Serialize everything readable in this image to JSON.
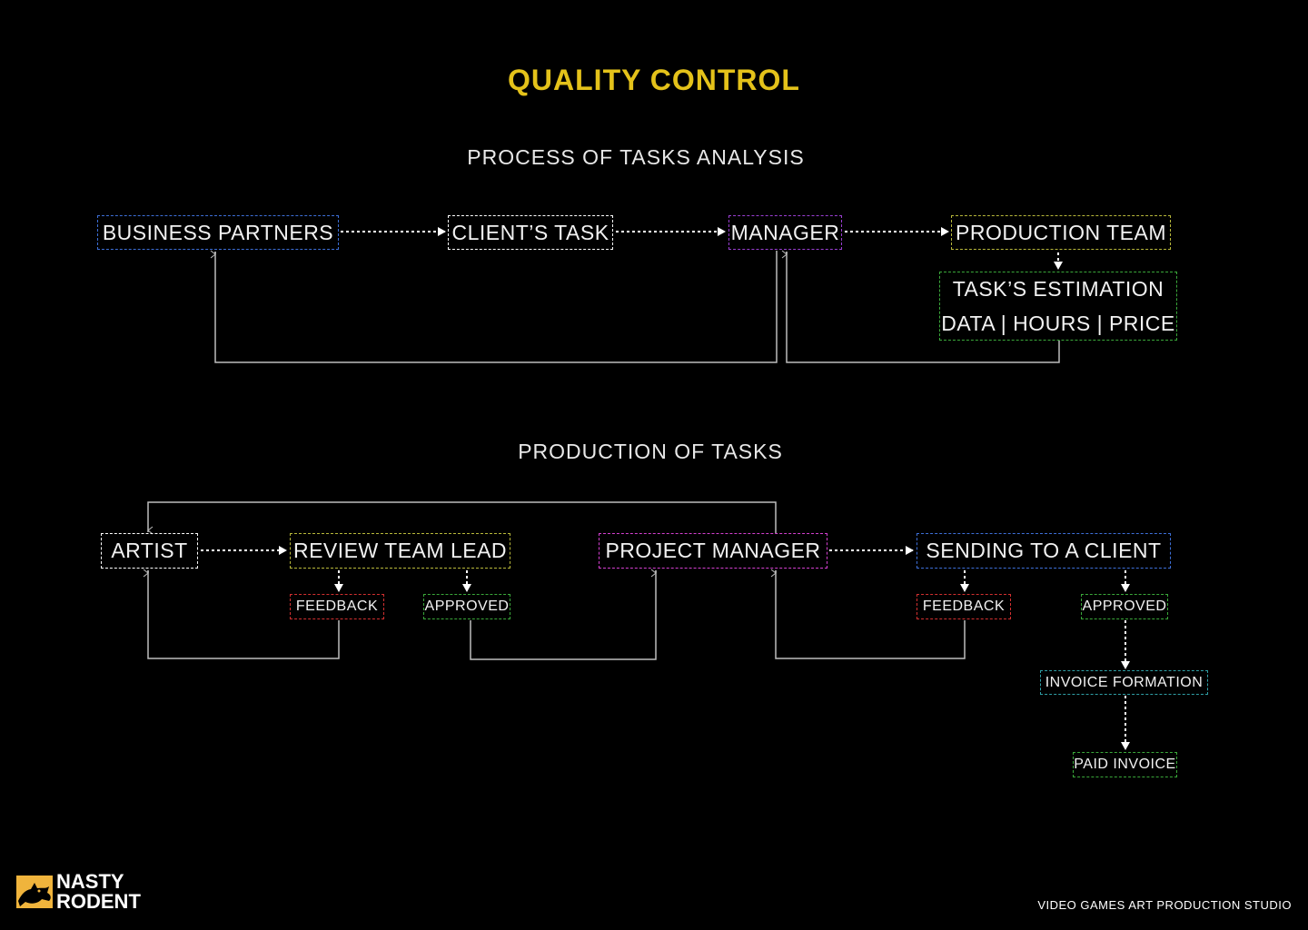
{
  "title": "QUALITY CONTROL",
  "colors": {
    "title": "#e4c21a",
    "blue": "#3d6fd8",
    "white": "#ffffff",
    "purple": "#9b3fd3",
    "olive": "#b8b83a",
    "green": "#3aa83a",
    "red": "#d23030",
    "magenta": "#d43fd0",
    "teal": "#2f9fa6",
    "connector": "#bdbdbd",
    "logo": "#f0b43c"
  },
  "analysis": {
    "heading": "PROCESS OF TASKS ANALYSIS",
    "business_partners": "BUSINESS PARTNERS",
    "clients_task": "CLIENT’S TASK",
    "manager": "MANAGER",
    "production_team": "PRODUCTION TEAM",
    "estimation_title": "TASK’S ESTIMATION",
    "estimation_detail": "DATA | HOURS | PRICE"
  },
  "production": {
    "heading": "PRODUCTION OF TASKS",
    "artist": "ARTIST",
    "review_team_lead": "REVIEW TEAM LEAD",
    "project_manager": "PROJECT MANAGER",
    "sending_to_client": "SENDING TO A CLIENT",
    "feedback_1": "FEEDBACK",
    "approved_1": "APPROVED",
    "feedback_2": "FEEDBACK",
    "approved_2": "APPROVED",
    "invoice_formation": "INVOICE FORMATION",
    "paid_invoice": "PAID INVOICE"
  },
  "logo": {
    "line1": "NASTY",
    "line2": "RODENT",
    "icon": "rodent-logo-icon"
  },
  "footer": "VIDEO GAMES ART PRODUCTION STUDIO"
}
